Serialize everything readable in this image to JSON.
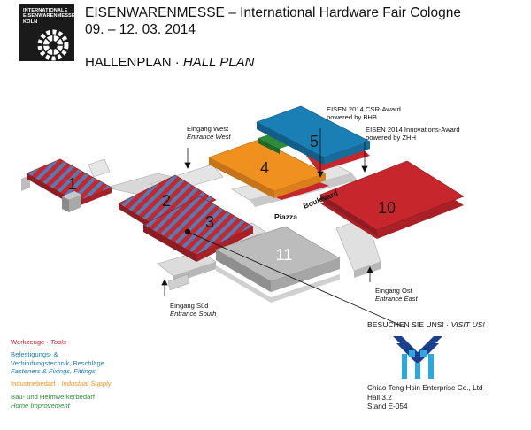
{
  "header": {
    "logo_lines": [
      "INTERNATIONALE",
      "EISENWARENMESSE",
      "KÖLN"
    ],
    "title": "EISENWARENMESSE – International Hardware Fair Cologne",
    "dates": "09. – 12. 03. 2014",
    "plan_title_de": "HALLENPLAN · ",
    "plan_title_en": "HALL PLAN"
  },
  "halls": {
    "h1": "1",
    "h2": "2",
    "h3": "3",
    "h4": "4",
    "h5": "5",
    "h10": "10",
    "h11": "11"
  },
  "places": {
    "piazza": "Piazza",
    "boulevard": "Boulevard"
  },
  "labels": {
    "entrance_west_de": "Eingang West",
    "entrance_west_en": "Entrance West",
    "entrance_south_de": "Eingang Süd",
    "entrance_south_en": "Entrance South",
    "entrance_east_de": "Eingang Ost",
    "entrance_east_en": "Entrance East",
    "csr_award_1": "EISEN 2014 CSR-Award",
    "csr_award_2": "powered by BHB",
    "innov_award_1": "EISEN 2014 Innovations-Award",
    "innov_award_2": "powered by ZHH"
  },
  "legend": [
    {
      "de": "Werkzeuge · ",
      "en": "Tools",
      "color": "#c8262d"
    },
    {
      "de": "Befestigungs- &\nVerbindungstechnik, Beschläge",
      "en": "Fasteners & Fixings, Fittings",
      "color": "#1a7fb5"
    },
    {
      "de": "Industriebedarf · ",
      "en": "Industrial Supply",
      "color": "#f0901e"
    },
    {
      "de": "Bau- und Heimwerkerbedarf",
      "en": "Home Improvement",
      "color": "#2e8b3a"
    }
  ],
  "booth": {
    "visit_de": "BESUCHEN SIE UNS! · ",
    "visit_en": "VISIT US!",
    "company": "Chiao Teng Hsin Enterprise Co., Ltd",
    "hall": "Hall 3.2",
    "stand": "Stand E-054"
  },
  "colors": {
    "red": "#c8262d",
    "blue": "#1a7fb5",
    "orange": "#f0901e",
    "green": "#2e8b3a",
    "gray": "#bcbcbc",
    "light": "#e6e6e6"
  }
}
